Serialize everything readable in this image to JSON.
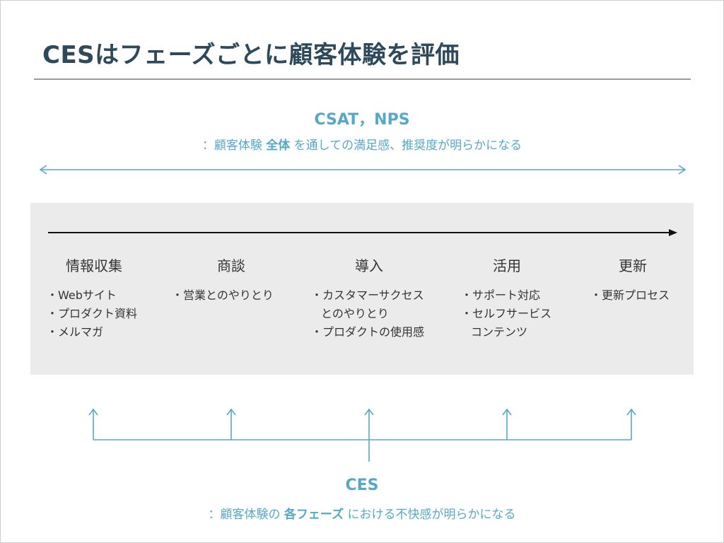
{
  "title": "CESはフェーズごとに顧客体験を評価",
  "csat": {
    "title": "CSAT，NPS",
    "sub_prefix": "：顧客体験",
    "sub_strong": "全体",
    "sub_suffix": "を通しての満足感、推奨度が明らかになる"
  },
  "phases": [
    {
      "name": "情報収集",
      "items": [
        [
          "・Webサイト"
        ],
        [
          "・プロダクト資料"
        ],
        [
          "・メルマガ"
        ]
      ]
    },
    {
      "name": "商談",
      "items": [
        [
          "・営業とのやりとり"
        ]
      ]
    },
    {
      "name": "導入",
      "items": [
        [
          "・カスタマーサクセス",
          "とのやりとり"
        ],
        [
          "・プロダクトの使用感"
        ]
      ]
    },
    {
      "name": "活用",
      "items": [
        [
          "・サポート対応"
        ],
        [
          "・セルフサービス",
          "コンテンツ"
        ]
      ]
    },
    {
      "name": "更新",
      "items": [
        [
          "・更新プロセス"
        ]
      ]
    }
  ],
  "ces": {
    "title": "CES",
    "sub_prefix": "：顧客体験の",
    "sub_strong": "各フェーズ",
    "sub_suffix": "における不快感が明らかになる"
  },
  "colors": {
    "accent": "#55a9c6",
    "title": "#2e4a5a",
    "panel": "#ebebec",
    "text": "#333333"
  }
}
